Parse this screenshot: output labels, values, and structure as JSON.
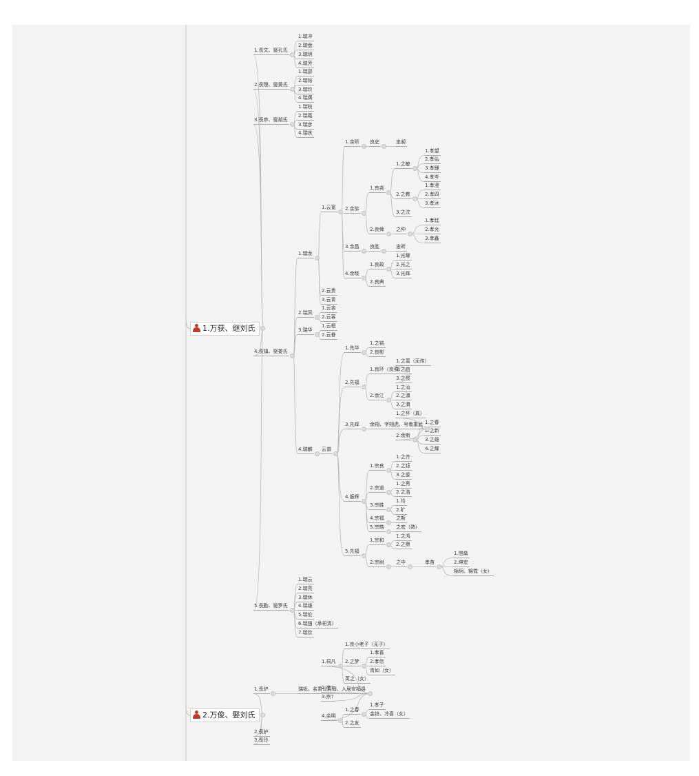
{
  "colors": {
    "background": "#f3f3f3",
    "line": "#b9b9b9",
    "root_icon": "#c0392b"
  },
  "roots": [
    {
      "text": "1.万获、继刘氏",
      "children": [
        {
          "text": "1.長文、娶孔氏",
          "children": [
            {
              "text": "1.瑞冲"
            },
            {
              "text": "2.瑞盘"
            },
            {
              "text": "3.瑞玥"
            },
            {
              "text": "4.瑞芳"
            }
          ]
        },
        {
          "text": "2.長理、娶黄氏",
          "children": [
            {
              "text": "1.瑞邵"
            },
            {
              "text": "2.瑞镕"
            },
            {
              "text": "3.瑞玠"
            },
            {
              "text": "4.瑞俩"
            }
          ]
        },
        {
          "text": "3.長恭、娶胡氏",
          "children": [
            {
              "text": "1.瑞秋"
            },
            {
              "text": "2.瑞羲"
            },
            {
              "text": "3.瑞彦"
            },
            {
              "text": "4.瑞庆"
            }
          ]
        },
        {
          "text": "4.長镇、娶娄氏",
          "children": [
            {
              "text": "1.瑞龙",
              "children": [
                {
                  "text": "1.云宽",
                  "children": [
                    {
                      "text": "1.余昕",
                      "children": [
                        {
                          "text": "良史",
                          "children": [
                            {
                              "text": "忠昶"
                            }
                          ]
                        }
                      ]
                    },
                    {
                      "text": "2.余旂",
                      "children": [
                        {
                          "text": "1.良尧",
                          "children": [
                            {
                              "text": "1.之敏",
                              "children": [
                                {
                                  "text": "1.孝望"
                                },
                                {
                                  "text": "2.孝弘"
                                },
                                {
                                  "text": "3.孝鲤"
                                },
                                {
                                  "text": "4.孝岑"
                                }
                              ]
                            },
                            {
                              "text": "2.之教",
                              "children": [
                                {
                                  "text": "1.孝澄"
                                },
                                {
                                  "text": "2.孝四"
                                },
                                {
                                  "text": "3.孝沐"
                                }
                              ]
                            },
                            {
                              "text": "3.之汶"
                            }
                          ]
                        },
                        {
                          "text": "2.良舜",
                          "children": [
                            {
                              "text": "之仲",
                              "children": [
                                {
                                  "text": "1.孝廷"
                                },
                                {
                                  "text": "2.孝允"
                                },
                                {
                                  "text": "3.孝鑫"
                                }
                              ]
                            }
                          ]
                        }
                      ]
                    },
                    {
                      "text": "3.余昌",
                      "children": [
                        {
                          "text": "良胜",
                          "children": [
                            {
                              "text": "忠昕"
                            }
                          ]
                        }
                      ]
                    },
                    {
                      "text": "4.余晓",
                      "children": [
                        {
                          "text": "1.良政",
                          "children": [
                            {
                              "text": "1.光曜"
                            },
                            {
                              "text": "2.光之"
                            },
                            {
                              "text": "3.光辉"
                            }
                          ]
                        },
                        {
                          "text": "2.良典"
                        }
                      ]
                    }
                  ]
                },
                {
                  "text": "2.云贵"
                },
                {
                  "text": "3.云青"
                }
              ]
            },
            {
              "text": "2.瑞凤",
              "children": [
                {
                  "text": "1.云吉"
                },
                {
                  "text": "2.云客"
                }
              ]
            },
            {
              "text": "3.瑞华",
              "children": [
                {
                  "text": "1.云桓"
                },
                {
                  "text": "2.云眷"
                }
              ]
            },
            {
              "text": "4.瑞麟",
              "children": [
                {
                  "text": "云谱",
                  "children": [
                    {
                      "text": "1.先华",
                      "children": [
                        {
                          "text": "1.之铭"
                        },
                        {
                          "text": "2.良彬"
                        }
                      ]
                    },
                    {
                      "text": "2.先福",
                      "children": [
                        {
                          "text": "1.良环（良燕）",
                          "children": [
                            {
                              "text": "1.之富（无传）"
                            },
                            {
                              "text": "2.之启"
                            },
                            {
                              "text": "3.之良"
                            }
                          ]
                        },
                        {
                          "text": "2.余江",
                          "children": [
                            {
                              "text": "1.之汕"
                            },
                            {
                              "text": "2.之湧"
                            },
                            {
                              "text": "3.之渭"
                            }
                          ]
                        }
                      ]
                    },
                    {
                      "text": "3.先辉",
                      "children": [
                        {
                          "text": "余翔、字翔虎、号看重武",
                          "children": [
                            {
                              "text": "1.之怀（真）"
                            },
                            {
                              "text": "2.余斯",
                              "children": [
                                {
                                  "text": "1.之春"
                                },
                                {
                                  "text": "2.之新"
                                },
                                {
                                  "text": "3.之雄"
                                },
                                {
                                  "text": "4.之耀"
                                }
                              ]
                            }
                          ]
                        }
                      ]
                    },
                    {
                      "text": "4.振辉",
                      "children": [
                        {
                          "text": "1.宗良",
                          "children": [
                            {
                              "text": "1.之齐"
                            },
                            {
                              "text": "2.之钰"
                            },
                            {
                              "text": "3.之俊"
                            }
                          ]
                        },
                        {
                          "text": "2.宗道",
                          "children": [
                            {
                              "text": "1.之秀"
                            },
                            {
                              "text": "2.之浩"
                            }
                          ]
                        },
                        {
                          "text": "3.宗胜",
                          "children": [
                            {
                              "text": "1.均"
                            },
                            {
                              "text": "2.旷"
                            }
                          ]
                        },
                        {
                          "text": "4.宗福",
                          "children": [
                            {
                              "text": "之斯"
                            }
                          ]
                        },
                        {
                          "text": "5.宗皓",
                          "children": [
                            {
                              "text": "之宏（熟）"
                            }
                          ]
                        }
                      ]
                    },
                    {
                      "text": "5.先福",
                      "children": [
                        {
                          "text": "1.宗和",
                          "children": [
                            {
                              "text": "1.之鸿"
                            },
                            {
                              "text": "2.之鼎"
                            }
                          ]
                        },
                        {
                          "text": "2.宗树",
                          "children": [
                            {
                              "text": "之中",
                              "children": [
                                {
                                  "text": "孝苗",
                                  "children": [
                                    {
                                      "text": "1.愷燊"
                                    },
                                    {
                                      "text": "2.坤宏"
                                    },
                                    {
                                      "text": "锦玥、锦霓（女）"
                                    }
                                  ]
                                }
                              ]
                            }
                          ]
                        }
                      ]
                    }
                  ]
                }
              ]
            }
          ]
        },
        {
          "text": "5.長勤、娶罗氏",
          "children": [
            {
              "text": "1.瑞云"
            },
            {
              "text": "2.瑞亮"
            },
            {
              "text": "3.瑞休"
            },
            {
              "text": "4.瑞雄"
            },
            {
              "text": "5.瑞伦"
            },
            {
              "text": "6.瑞强（承祀清）"
            },
            {
              "text": "7.瑞钦"
            }
          ]
        }
      ]
    },
    {
      "text": "2.万俊、娶刘氏",
      "children": [
        {
          "text": "1.長炉",
          "children": [
            {
              "text": "瑞铄、名君公后裔、入居安福县",
              "children": [
                {
                  "text": "1.祠凡",
                  "children": [
                    {
                      "text": "1.良小老子（无子）"
                    },
                    {
                      "text": "2.之梦",
                      "children": [
                        {
                          "text": "1.孝喜"
                        },
                        {
                          "text": "2.孝信"
                        },
                        {
                          "text": "青如（女）"
                        }
                      ]
                    },
                    {
                      "text": "英之（女）"
                    }
                  ]
                },
                {
                  "text": "2.宗?"
                },
                {
                  "text": "3.宗?"
                },
                {
                  "text": "4.余明",
                  "children": [
                    {
                      "text": "1.之春",
                      "children": [
                        {
                          "text": "1.孝子"
                        },
                        {
                          "text": "金铃、冷喜（女）"
                        }
                      ]
                    },
                    {
                      "text": "2.之友"
                    }
                  ]
                }
              ]
            }
          ]
        },
        {
          "text": "2.長护"
        },
        {
          "text": "3.長玲"
        }
      ]
    }
  ]
}
